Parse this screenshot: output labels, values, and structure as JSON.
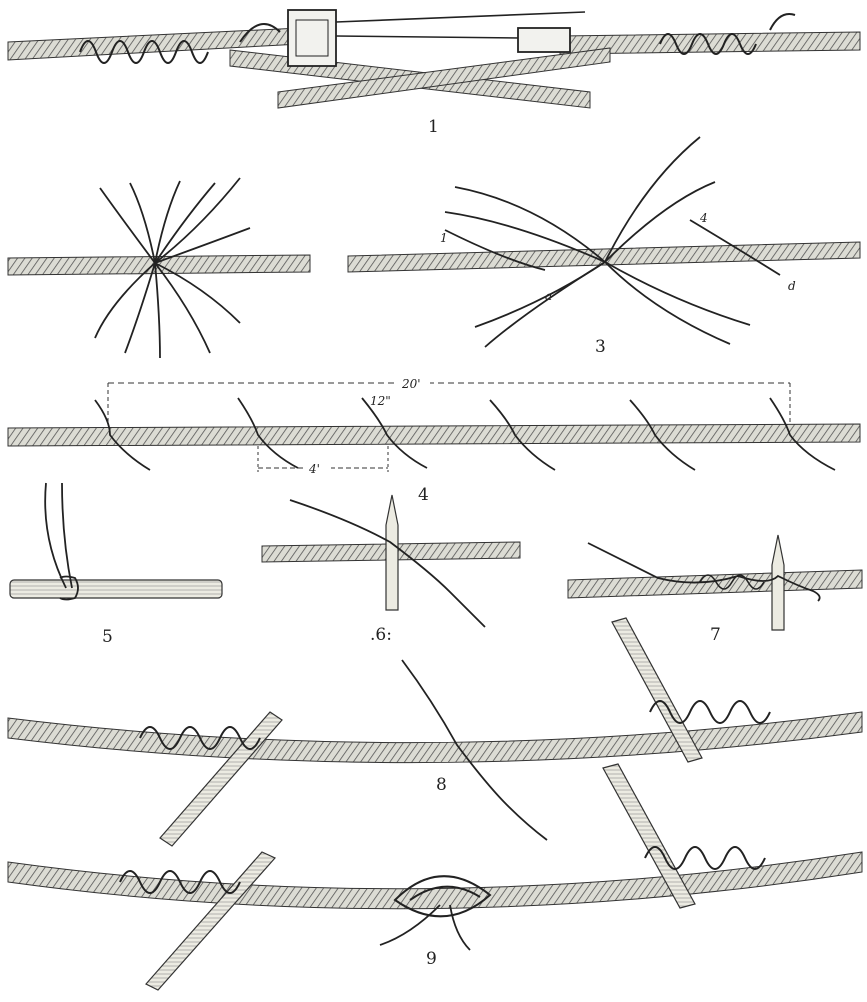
{
  "figures": [
    {
      "number": "1"
    },
    {
      "number": ""
    },
    {
      "number": "3",
      "labels": [
        "1",
        "4",
        "a",
        "d"
      ]
    },
    {
      "number": "4",
      "dimensions": [
        "20'",
        "12\"",
        "4'"
      ]
    },
    {
      "number": "5"
    },
    {
      "number": ".6:"
    },
    {
      "number": "7"
    },
    {
      "number": "8"
    },
    {
      "number": "9"
    }
  ]
}
